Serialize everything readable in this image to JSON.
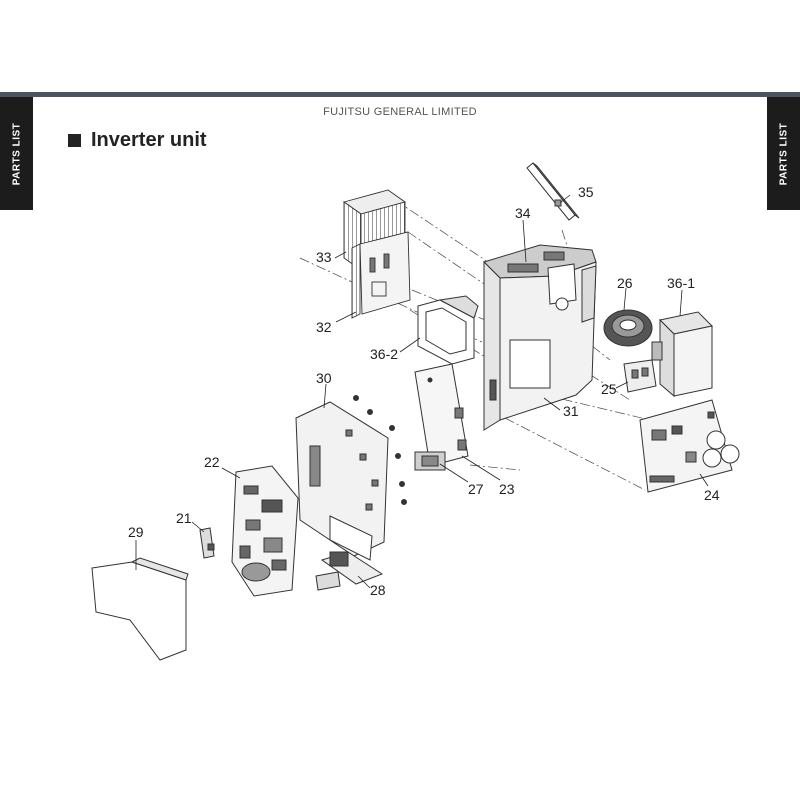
{
  "header": {
    "company": "FUJITSU GENERAL LIMITED",
    "title": "Inverter unit",
    "side_tab_left": "PARTS LIST",
    "side_tab_right": "PARTS LIST"
  },
  "diagram": {
    "callouts": [
      "35",
      "34",
      "33",
      "32",
      "36-2",
      "26",
      "36-1",
      "25",
      "30",
      "31",
      "22",
      "21",
      "29",
      "23",
      "27",
      "24",
      "28"
    ]
  }
}
